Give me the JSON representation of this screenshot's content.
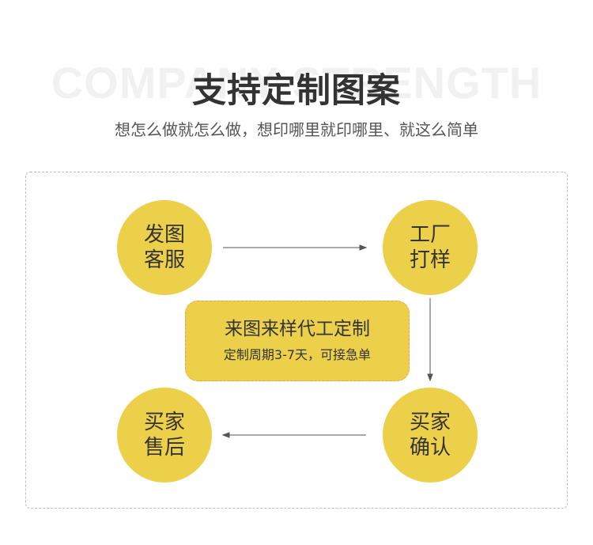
{
  "header": {
    "bg_word": "COMPANY STRENGTH",
    "title": "支持定制图案",
    "subtitle": "想怎么做就怎么做，想印哪里就印哪里、就这么简单"
  },
  "flow": {
    "send_image": [
      "发图",
      "客服"
    ],
    "factory_sample": [
      "工厂",
      "打样"
    ],
    "buyer_confirm": [
      "买家",
      "确认"
    ],
    "after_sale": [
      "买家",
      "售后"
    ],
    "center_title": "来图来样代工定制",
    "center_sub": "定制周期3-7天，可接急单"
  },
  "colors": {
    "circle": "#ecd04a",
    "title": "#333333",
    "arrow": "#555555"
  }
}
